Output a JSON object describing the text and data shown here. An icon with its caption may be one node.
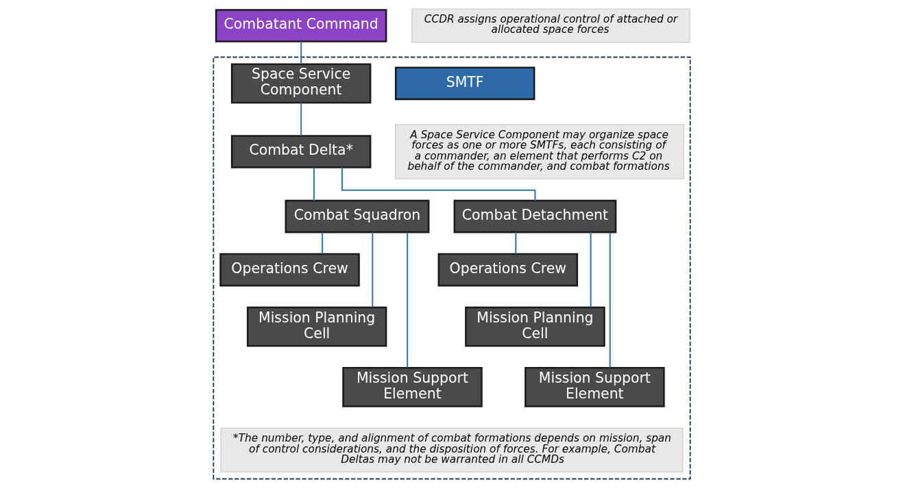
{
  "diagram": {
    "nodes": [
      {
        "text": [
          "Combatant Command"
        ]
      },
      {
        "text": [
          "CCDR assigns operational control of attached or allocated space forces"
        ]
      },
      {
        "text": [],
        "shape": "box"
      },
      {
        "text": [
          "SMTF"
        ],
        "in": 2
      },
      {
        "text": [
          "A Space Service Component may organize space forces as one or more SMTFs, each consisting of a commander, an element that performs C2 on behalf of the commander, and combat formations"
        ],
        "in": 2
      },
      {
        "text": [
          "Space Service Component"
        ],
        "in": 2
      },
      {
        "text": [
          "Combat Delta*"
        ],
        "in": 2
      },
      {
        "text": [
          "Combat Squadron"
        ],
        "in": 2
      },
      {
        "text": [
          "Combat Detachment"
        ],
        "in": 2
      },
      {
        "text": [
          "Operations Crew"
        ],
        "in": 2
      },
      {
        "text": [
          "Mission Planning Cell"
        ],
        "in": 2
      },
      {
        "text": [
          "Mission Support Element"
        ],
        "in": 2
      },
      {
        "text": [
          "Operations Crew"
        ],
        "in": 2
      },
      {
        "text": [
          "Mission Planning Cell"
        ],
        "in": 2
      },
      {
        "text": [
          "Mission Support Element"
        ],
        "in": 2
      },
      {
        "text": [
          "*The number, type, and alignment of combat formations depends on mission, span of control considerations, and the disposition of forces. For example, Combat Deltas may not be warranted in all CCMDs"
        ],
        "in": 2
      }
    ],
    "edges": [
      {
        "from": 0,
        "to": 5,
        "arrow": "none"
      },
      {
        "from": 5,
        "to": 6,
        "arrow": "none"
      },
      {
        "from": 6,
        "to": 7,
        "arrow": "none"
      },
      {
        "from": 6,
        "to": 8,
        "arrow": "none"
      },
      {
        "from": 7,
        "to": 9,
        "arrow": "none"
      },
      {
        "from": 7,
        "to": 10,
        "arrow": "none"
      },
      {
        "from": 7,
        "to": 11,
        "arrow": "none"
      },
      {
        "from": 8,
        "to": 12,
        "arrow": "none"
      },
      {
        "from": 8,
        "to": 13,
        "arrow": "none"
      },
      {
        "from": 8,
        "to": 14,
        "arrow": "none"
      }
    ]
  }
}
